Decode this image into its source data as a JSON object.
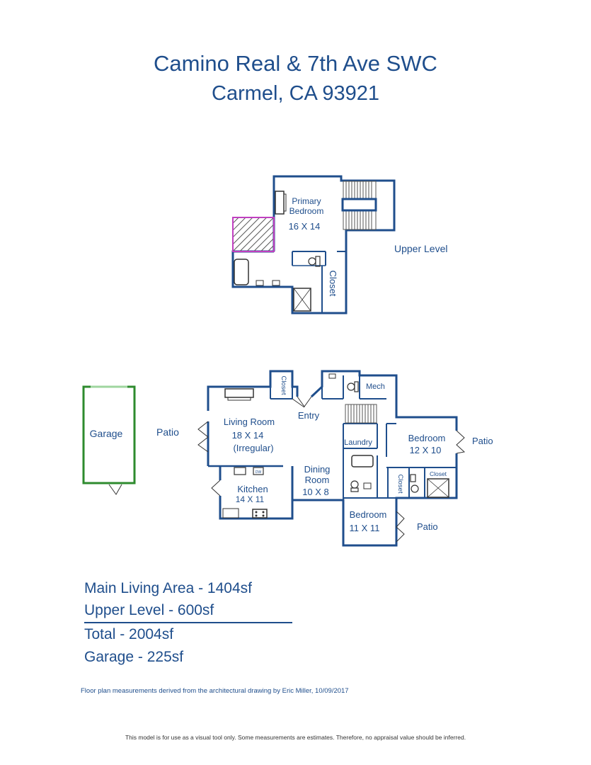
{
  "header": {
    "title": "Camino Real & 7th Ave SWC",
    "subtitle": "Carmel, CA 93921"
  },
  "upper_plan": {
    "level_label": "Upper Level",
    "primary_bedroom_name": "Primary Bedroom",
    "primary_bedroom_name_line1": "Primary",
    "primary_bedroom_name_line2": "Bedroom",
    "primary_bedroom_size": "16 X 14",
    "closet": "Closet"
  },
  "main_plan": {
    "garage": "Garage",
    "patio_left": "Patio",
    "closet_entry": "Closet",
    "entry": "Entry",
    "mech": "Mech",
    "living_room": "Living Room",
    "living_room_size": "18 X 14",
    "living_room_note": "(Irregular)",
    "laundry": "Laundry",
    "bedroom_east": "Bedroom",
    "bedroom_east_size": "12 X 10",
    "patio_east": "Patio",
    "dining_line1": "Dining",
    "dining_line2": "Room",
    "dining_size": "10 X 8",
    "closet_mid": "Closet",
    "closet_small": "Closet",
    "kitchen": "Kitchen",
    "kitchen_size": "14 X 11",
    "dw": "DW",
    "bedroom_south": "Bedroom",
    "bedroom_south_size": "11 X 11",
    "patio_south": "Patio"
  },
  "areas": {
    "main": "Main Living Area - 1404sf",
    "upper": "Upper Level - 600sf",
    "total": "Total - 2004sf",
    "garage": "Garage - 225sf"
  },
  "footer": {
    "note": "Floor plan measurements derived from the architectural drawing by Eric Miller, 10/09/2017",
    "disclaimer": "This model is for use as a visual tool only. Some measurements are estimates. Therefore, no appraisal value should be inferred."
  },
  "colors": {
    "wall": "#1f4e8c",
    "garage": "#2e8b2e",
    "open_to_below": "#c040c0"
  }
}
